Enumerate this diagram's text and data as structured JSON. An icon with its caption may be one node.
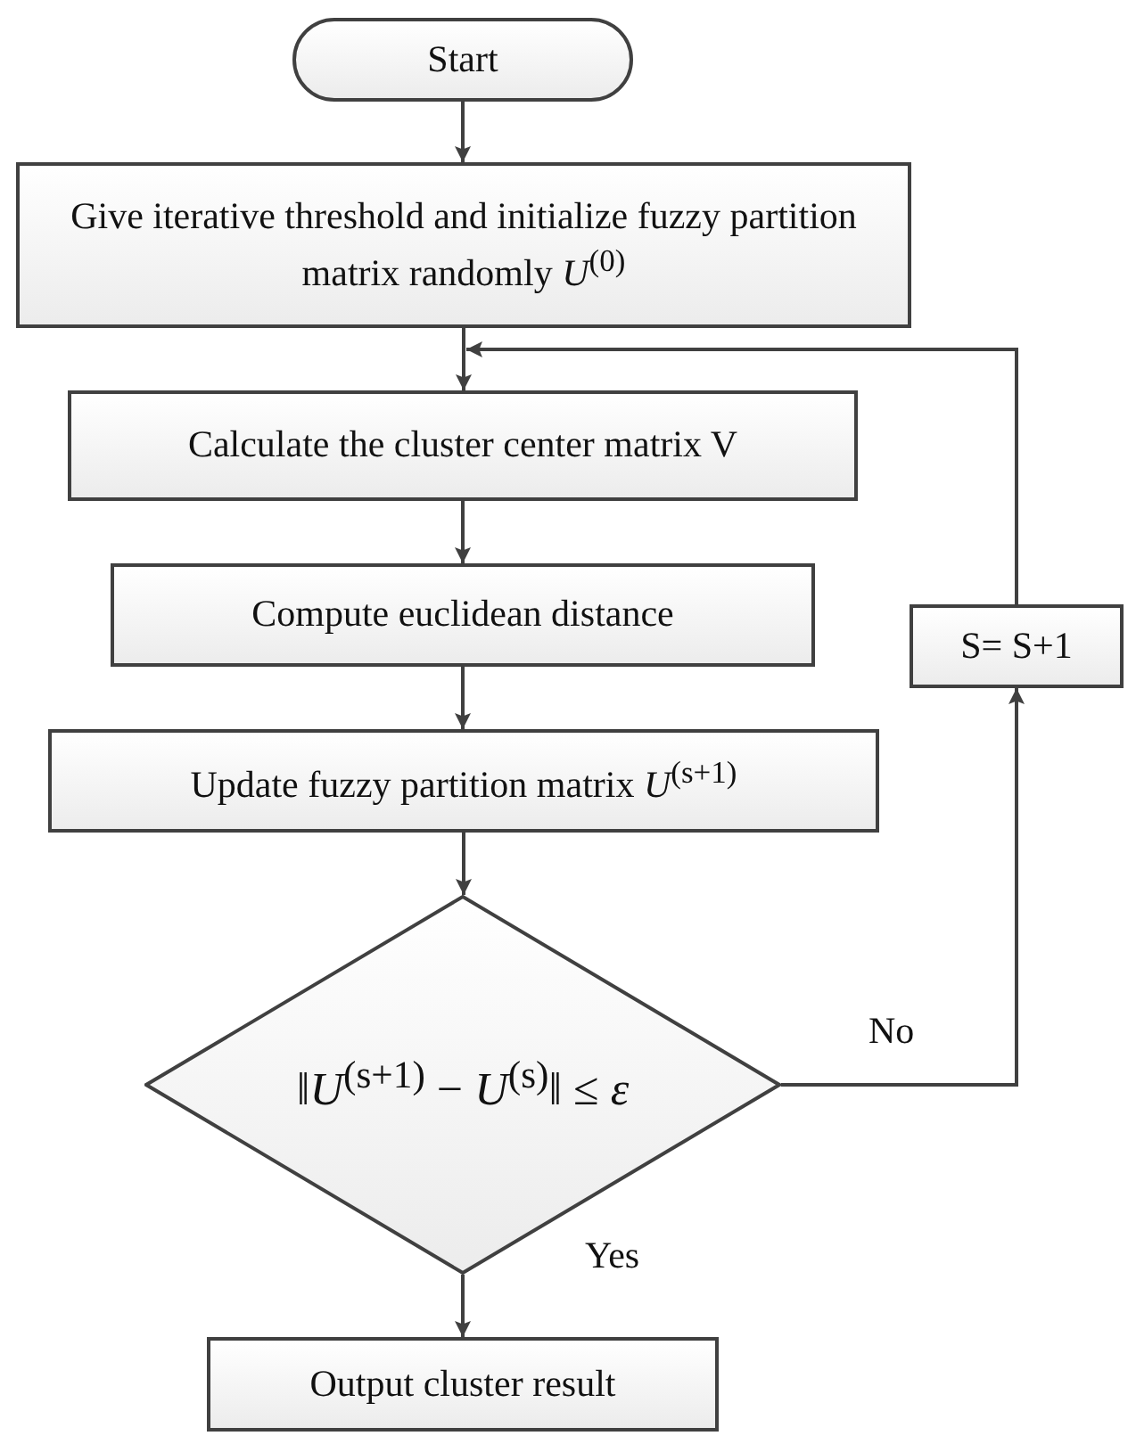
{
  "diagram": {
    "nodes": [
      {
        "text": [
          "Start"
        ]
      },
      {
        "text": [
          "Give iterative threshold and initialize fuzzy partition matrix randomly *U*$^{(0)}$"
        ]
      },
      {
        "text": [
          "Calculate the cluster center matrix V"
        ]
      },
      {
        "text": [
          "Compute euclidean distance"
        ]
      },
      {
        "text": [
          "Update fuzzy partition matrix *U*$^{(s+1)}$"
        ]
      },
      {
        "text": [
          "‖*U*$^{(s+1)}$ − *U*$^{(s)}$‖ ≤ *ε*"
        ]
      },
      {
        "text": [
          "S= S+1"
        ]
      },
      {
        "text": [
          "Output cluster result"
        ]
      }
    ],
    "edges": [
      {
        "from": 0,
        "to": 1,
        "arrow": "to"
      },
      {
        "from": 1,
        "to": 2,
        "arrow": "to"
      },
      {
        "from": 2,
        "to": 3,
        "arrow": "to"
      },
      {
        "from": 3,
        "to": 4,
        "arrow": "to"
      },
      {
        "from": 4,
        "to": 5,
        "arrow": "to"
      },
      {
        "from": 5,
        "to": 6,
        "arrow": "to",
        "label": "No"
      },
      {
        "from": 6,
        "to": 2,
        "arrow": "to"
      },
      {
        "from": 5,
        "to": 7,
        "arrow": "to",
        "label": "Yes"
      }
    ]
  }
}
